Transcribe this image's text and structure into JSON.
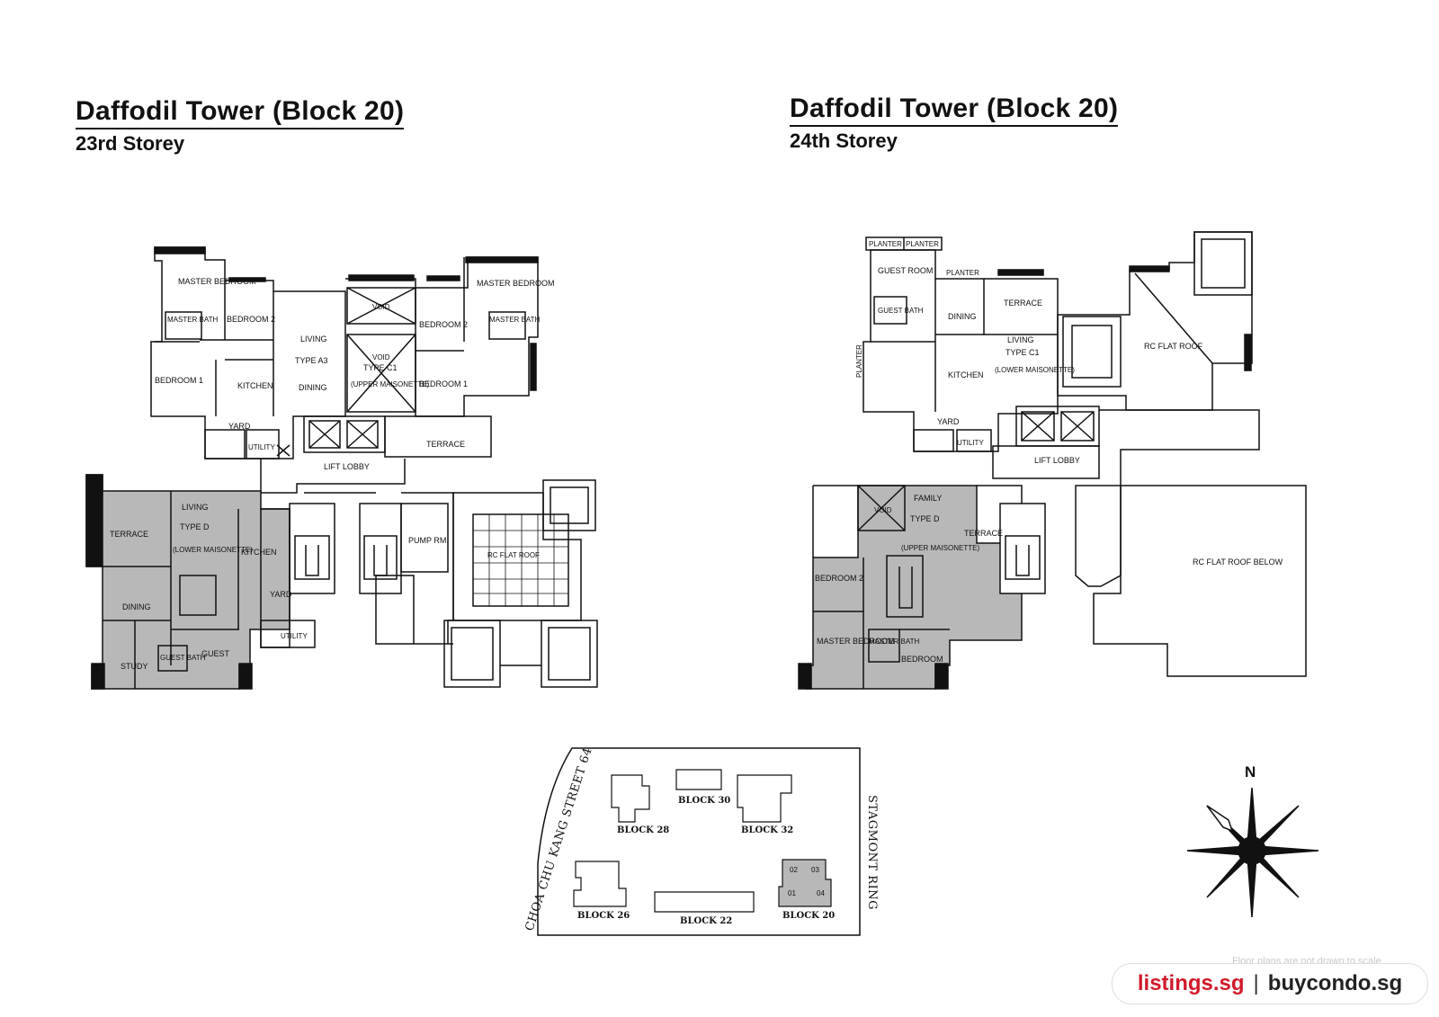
{
  "left_plan": {
    "title": "Daffodil Tower (Block 20)",
    "subtitle": "23rd Storey",
    "rooms": {
      "master_bedroom_l": "MASTER BEDROOM",
      "master_bath_l": "MASTER BATH",
      "bedroom2_l": "BEDROOM 2",
      "bedroom1_l": "BEDROOM 1",
      "kitchen_l": "KITCHEN",
      "yard_l": "YARD",
      "utility_l": "UTILITY",
      "living": "LIVING",
      "type_a3": "TYPE A3",
      "dining": "DINING",
      "void_top": "VOID",
      "void_c1": "VOID",
      "type_c1": "TYPE C1",
      "upper_maisonette": "(UPPER MAISONETTE)",
      "bedroom2_r": "BEDROOM 2",
      "bedroom1_r": "BEDROOM 1",
      "master_bedroom_r": "MASTER BEDROOM",
      "master_bath_r": "MASTER BATH",
      "terrace": "TERRACE",
      "lift_lobby": "LIFT LOBBY",
      "pump_rm": "PUMP RM.",
      "rc_flat_roof": "RC FLAT ROOF",
      "d_living": "LIVING",
      "d_type": "TYPE D",
      "d_lower": "(LOWER MAISONETTE)",
      "d_terrace": "TERRACE",
      "d_kitchen": "KITCHEN",
      "d_dining": "DINING",
      "d_yard": "YARD",
      "d_utility": "UTILITY",
      "d_study": "STUDY",
      "d_guest_bath": "GUEST BATH",
      "d_guest": "GUEST"
    }
  },
  "right_plan": {
    "title": "Daffodil Tower (Block 20)",
    "subtitle": "24th Storey",
    "rooms": {
      "planter1": "PLANTER",
      "planter2": "PLANTER",
      "planter3": "PLANTER",
      "planter_side": "PLANTER",
      "guest_room": "GUEST ROOM",
      "guest_bath": "GUEST BATH",
      "dining": "DINING",
      "terrace_top": "TERRACE",
      "living": "LIVING",
      "type_c1": "TYPE C1",
      "lower_maisonette": "(LOWER MAISONETTE)",
      "kitchen": "KITCHEN",
      "yard": "YARD",
      "utility": "UTILITY",
      "rc_flat_roof": "RC FLAT ROOF",
      "lift_lobby": "LIFT LOBBY",
      "void": "VOID",
      "family": "FAMILY",
      "type_d": "TYPE D",
      "upper_maisonette": "(UPPER MAISONETTE)",
      "terrace": "TERRACE",
      "bedroom2": "BEDROOM 2",
      "master_bedroom": "MASTER BEDROOM",
      "master_bath": "MASTER BATH",
      "bedroom": "BEDROOM",
      "rc_roof_below": "RC FLAT ROOF BELOW"
    }
  },
  "site_plan": {
    "street_west": "CHOA CHU KANG STREET 64",
    "street_east": "STAGMONT RING",
    "blocks": [
      "BLOCK 28",
      "BLOCK 30",
      "BLOCK 32",
      "BLOCK 26",
      "BLOCK 22",
      "BLOCK 20"
    ],
    "unit_numbers": [
      "02",
      "03",
      "01",
      "04"
    ]
  },
  "compass": {
    "label": "N"
  },
  "disclaimer": "Floor plans are not drawn to scale",
  "watermark": {
    "left": "listings.sg",
    "separator": "|",
    "right": "buycondo.sg"
  },
  "colors": {
    "shaded_unit": "#b8b8b8",
    "line": "#111111",
    "watermark_red": "#d11a2a"
  }
}
